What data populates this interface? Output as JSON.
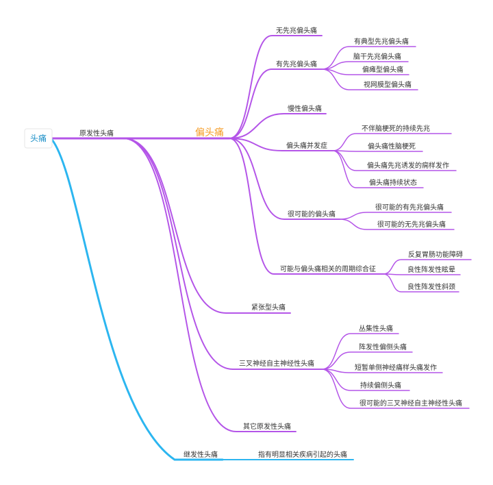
{
  "colors": {
    "primary_branch": "#b455e8",
    "secondary_branch": "#2cb6f0",
    "highlight": "#f59b23",
    "root_text": "#1b8fc7"
  },
  "root": {
    "label": "头痛"
  },
  "primary": {
    "label": "原发性头痛",
    "migraine": {
      "label": "偏头痛",
      "without_aura": "无先兆偏头痛",
      "with_aura": {
        "label": "有先兆偏头痛",
        "children": [
          "有典型先兆偏头痛",
          "脑干先兆偏头痛",
          "偏瘫型偏头痛",
          "视网膜型偏头痛"
        ]
      },
      "chronic": "慢性偏头痛",
      "complications": {
        "label": "偏头痛并发症",
        "children": [
          "不伴脑梗死的持续先兆",
          "偏头痛性脑梗死",
          "偏头痛先兆诱发的痫样发作",
          "偏头痛持续状态"
        ]
      },
      "probable": {
        "label": "很可能的偏头痛",
        "children": [
          "很可能的有先兆偏头痛",
          "很可能的无先兆偏头痛"
        ]
      },
      "syndromes": {
        "label": "可能与偏头痛相关的周期综合征",
        "children": [
          "反复胃肠功能障碍",
          "良性阵发性眩晕",
          "良性阵发性斜颈"
        ]
      }
    },
    "tension": "紧张型头痛",
    "tacs": {
      "label": "三叉神经自主神经性头痛",
      "children": [
        "丛集性头痛",
        "阵发性偏侧头痛",
        "短暂单侧神经痛样头痛发作",
        "持续偏侧头痛",
        "很可能的三叉神经自主神经性头痛"
      ]
    },
    "other": "其它原发性头痛"
  },
  "secondary": {
    "label": "继发性头痛",
    "child": "指有明显相关疾病引起的头痛"
  }
}
